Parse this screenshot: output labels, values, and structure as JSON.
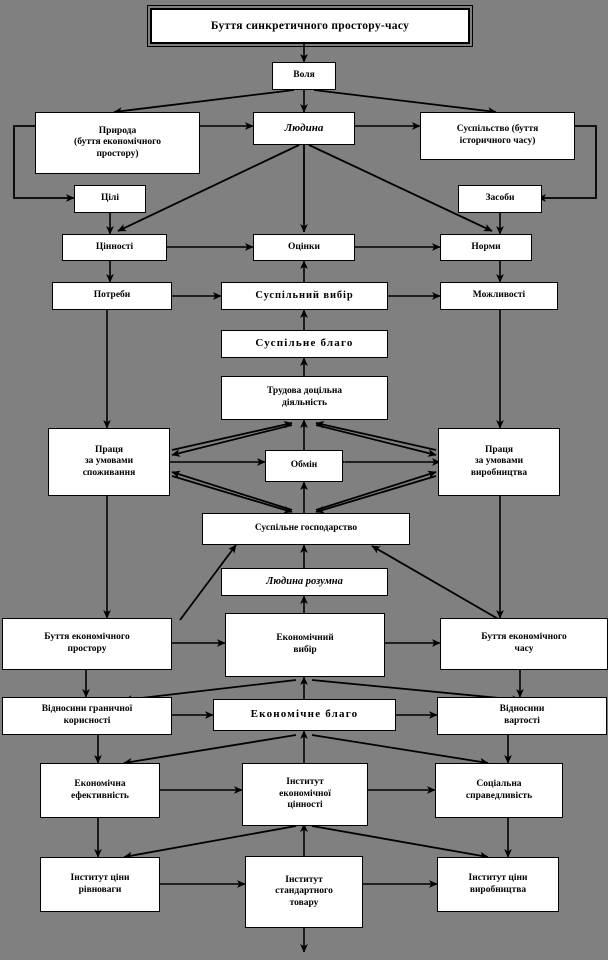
{
  "diagram": {
    "title": "Буття синкретичного простору-часу",
    "background_color": "#808080",
    "node_fill": "#ffffff",
    "line_color": "#000000",
    "nodes": [
      {
        "id": "n_title",
        "label": "Буття синкретичного простору-часу"
      },
      {
        "id": "n_volya",
        "label": "Воля"
      },
      {
        "id": "n_pryroda",
        "label": "Природа\n(буття економічного\nпростору)"
      },
      {
        "id": "n_lyudyna",
        "label": "Людина"
      },
      {
        "id": "n_suspilstvo",
        "label": "Суспільство (буття\nісторичного часу)"
      },
      {
        "id": "n_tsili",
        "label": "Цілі"
      },
      {
        "id": "n_zasoby",
        "label": "Засоби"
      },
      {
        "id": "n_tsinnosti",
        "label": "Цінності"
      },
      {
        "id": "n_otsinky",
        "label": "Оцінки"
      },
      {
        "id": "n_normy",
        "label": "Норми"
      },
      {
        "id": "n_potreby",
        "label": "Потреби"
      },
      {
        "id": "n_susp_vybir",
        "label": "Суспільний вибір"
      },
      {
        "id": "n_mozhlyv",
        "label": "Можливості"
      },
      {
        "id": "n_susp_blago",
        "label": "Суспільне  благо"
      },
      {
        "id": "n_trud",
        "label": "Трудова доцільна\nдіяльність"
      },
      {
        "id": "n_pracya_sp",
        "label": "Праця\nза умовами\nспоживання"
      },
      {
        "id": "n_obmin",
        "label": "Обмін"
      },
      {
        "id": "n_pracya_vy",
        "label": "Праця\nза умовами\nвиробництва"
      },
      {
        "id": "n_susp_gosp",
        "label": "Суспільне господарство"
      },
      {
        "id": "n_lyud_roz",
        "label": "Людина розумна"
      },
      {
        "id": "n_butt_prost",
        "label": "Буття економічного\nпростору"
      },
      {
        "id": "n_ek_vybir",
        "label": "Економічний\nвибір"
      },
      {
        "id": "n_butt_chasu",
        "label": "Буття економічного\nчасу"
      },
      {
        "id": "n_vidn_gran",
        "label": "Відносини граничної\nкорисності"
      },
      {
        "id": "n_ek_blago",
        "label": "Економічне  благо"
      },
      {
        "id": "n_vidn_vart",
        "label": "Відносини\nвартості"
      },
      {
        "id": "n_ek_efekt",
        "label": "Економічна\nефективність"
      },
      {
        "id": "n_inst_tsin",
        "label": "Інститут\nекономічної\nцінності"
      },
      {
        "id": "n_soc_sprav",
        "label": "Соціальна\nсправедливість"
      },
      {
        "id": "n_inst_rivn",
        "label": "Інститут ціни\nрівноваги"
      },
      {
        "id": "n_inst_stand",
        "label": "Інститут\nстандартного\nтовару"
      },
      {
        "id": "n_inst_vyrob",
        "label": "Інститут ціни\nвиробництва"
      }
    ]
  }
}
